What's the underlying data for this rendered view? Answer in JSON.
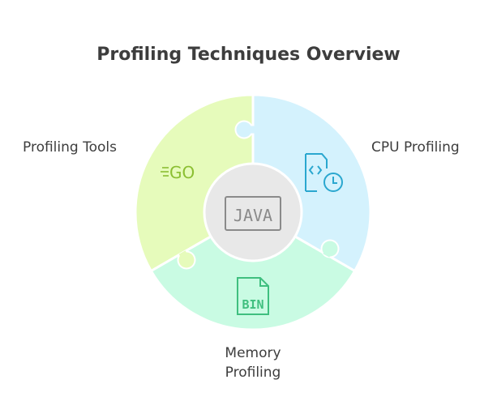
{
  "title": "Profiling Techniques Overview",
  "center": {
    "label": "JAVA",
    "color": "#8a8a8a"
  },
  "segments": [
    {
      "label": "Profiling Tools",
      "icon": "go-logo-icon",
      "icon_text": "GO",
      "color": "#e6fbbb",
      "accent": "#8bbf32"
    },
    {
      "label": "CPU Profiling",
      "icon": "code-file-clock-icon",
      "color": "#d4f2fd",
      "accent": "#2aa7cf"
    },
    {
      "label_line1": "Memory",
      "label_line2": "Profiling",
      "icon": "bin-file-icon",
      "icon_text": "BIN",
      "color": "#c9fbe3",
      "accent": "#3fbf7f"
    }
  ]
}
